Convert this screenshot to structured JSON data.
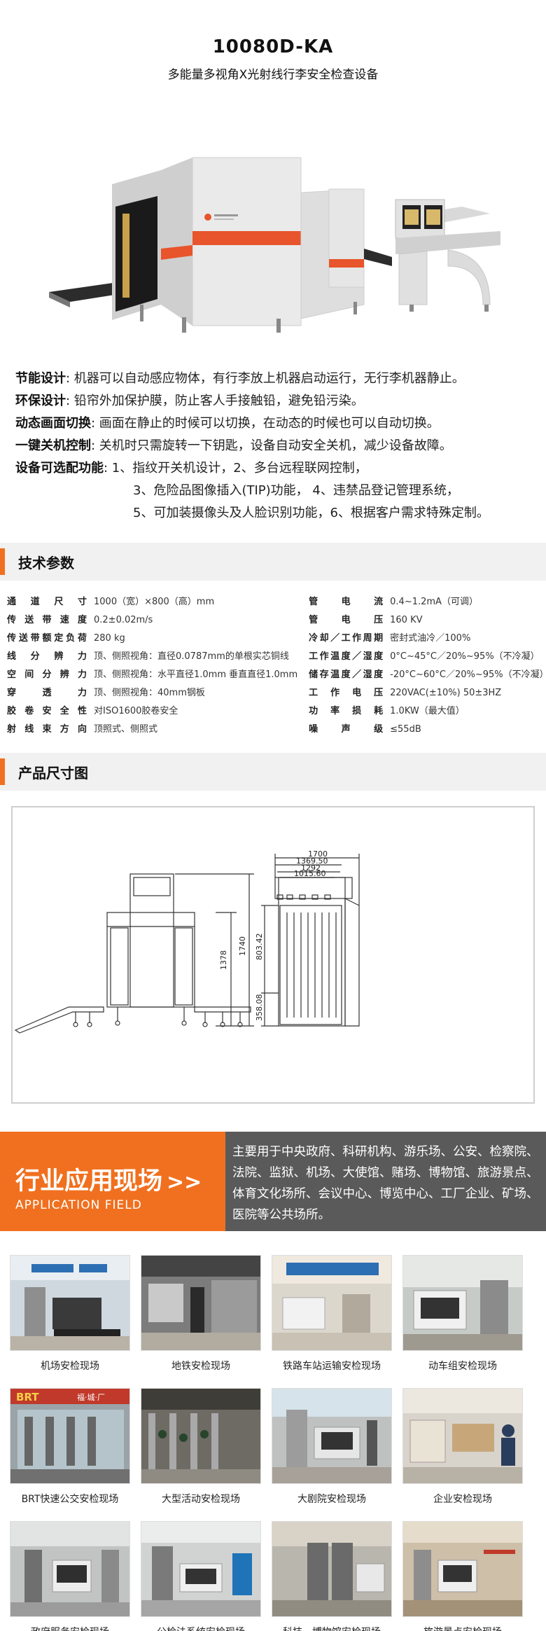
{
  "header": {
    "model": "10080D-KA",
    "subtitle": "多能量多视角X光射线行李安全检查设备"
  },
  "features": [
    {
      "label": "节能设计",
      "text": ": 机器可以自动感应物体，有行李放上机器启动运行，无行李机器静止。"
    },
    {
      "label": "环保设计",
      "text": ": 铅帘外加保护膜，防止客人手接触铅，避免铅污染。"
    },
    {
      "label": "动态画面切换",
      "text": ": 画面在静止的时候可以切换，在动态的时候也可以自动切换。"
    },
    {
      "label": "一键关机控制",
      "text": ": 关机时只需旋转一下钥匙，设备自动安全关机，减少设备故障。"
    },
    {
      "label": "设备可选配功能",
      "text": ": 1、指纹开关机设计，2、多台远程联网控制，"
    }
  ],
  "features_cont": [
    "3、危险品图像插入(TIP)功能， 4、违禁品登记管理系统，",
    "5、可加装摄像头及人脸识别功能，6、根据客户需求特殊定制。"
  ],
  "sections": {
    "specs_title": "技术参数",
    "size_title": "产品尺寸图"
  },
  "specs_left": [
    {
      "k": "通道尺寸",
      "v": "1000（宽）×800（高）mm"
    },
    {
      "k": "传送带速度",
      "v": "0.2±0.02m/s"
    },
    {
      "k": "传送带额定负荷",
      "v": "280 kg"
    },
    {
      "k": "线分辨力",
      "v": "顶、侧照视角：直径0.0787mm的单根实芯铜线"
    },
    {
      "k": "空间分辨力",
      "v": "顶、侧照视角：水平直径1.0mm  垂直直径1.0mm"
    },
    {
      "k": "穿透力",
      "v": "顶、侧照视角：40mm钢板"
    },
    {
      "k": "胶卷安全性",
      "v": "对ISO1600胶卷安全"
    },
    {
      "k": "射线束方向",
      "v": "顶照式、侧照式"
    }
  ],
  "specs_right": [
    {
      "k": "管电流",
      "v": "0.4~1.2mA（可调）"
    },
    {
      "k": "管电压",
      "v": "160 KV"
    },
    {
      "k": "冷却／工作周期",
      "v": "密封式油冷／100%"
    },
    {
      "k": "工作温度／湿度",
      "v": "0°C~45°C／20%~95%（不冷凝）"
    },
    {
      "k": "储存温度／湿度",
      "v": "-20°C~60°C／20%~95%（不冷凝）"
    },
    {
      "k": "工作电压",
      "v": "220VAC(±10%) 50±3HZ"
    },
    {
      "k": "功率损耗",
      "v": "1.0KW（最大值）"
    },
    {
      "k": "噪声级",
      "v": "≤55dB"
    }
  ],
  "dimensions": {
    "d1700": "1700",
    "d1369": "1369.50",
    "d1292": "1292",
    "d1015": "1015.60",
    "h1378": "1378",
    "h1740": "1740",
    "h803": "803.42",
    "h358": "358.08"
  },
  "application": {
    "title": "行业应用现场",
    "arrow": ">>",
    "english": "APPLICATION FIELD",
    "description": "主要用于中央政府、科研机构、游乐场、公安、检察院、法院、监狱、机场、大使馆、赌场、博物馆、旅游景点、体育文化场所、会议中心、博览中心、工厂企业、矿场、医院等公共场所。"
  },
  "sites": [
    "机场安检现场",
    "地铁安检现场",
    "铁路车站运输安检现场",
    "动车组安检现场",
    "BRT快速公交安检现场",
    "大型活动安检现场",
    "大剧院安检现场",
    "企业安检现场",
    "政府服务安检现场",
    "公检法系统安检现场",
    "科技、博物馆安检现场",
    "旅游景点安检现场"
  ],
  "photo_signs": {
    "brt": "BRT",
    "brt_tag": "福·城·厂"
  },
  "colors": {
    "accent": "#f0701f",
    "banner_gray": "#5a5a5a",
    "machine": "#dcdcdc",
    "stripe": "#e8542c"
  }
}
